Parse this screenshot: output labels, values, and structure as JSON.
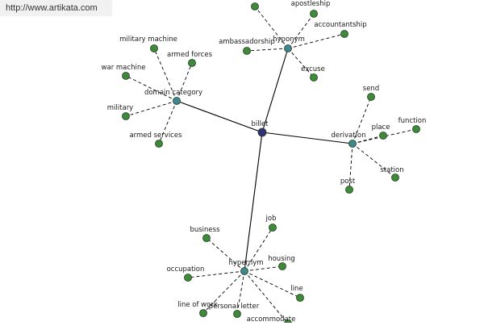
{
  "watermark": "http://www.artikata.com",
  "colors": {
    "root": "#33307a",
    "hub": "#40878e",
    "leaf": "#3f8a3a",
    "edge": "#000000"
  },
  "graph": {
    "root": {
      "id": "root",
      "label": "billet"
    },
    "hubs": [
      {
        "id": "hyponym",
        "label": "hyponym",
        "leaves": [
          "apostleship",
          "accountantship",
          "ambassadorship",
          "excuse",
          ""
        ]
      },
      {
        "id": "domain-category",
        "label": "domain category",
        "leaves": [
          "military machine",
          "armed forces",
          "war machine",
          "military",
          "armed services"
        ]
      },
      {
        "id": "derivation",
        "label": "derivation",
        "leaves": [
          "send",
          "place",
          "function",
          "station",
          "post"
        ]
      },
      {
        "id": "hypernym",
        "label": "hypernym",
        "leaves": [
          "business",
          "job",
          "housing",
          "occupation",
          "line",
          "line of work",
          "personal letter",
          "accommodate"
        ]
      }
    ]
  }
}
